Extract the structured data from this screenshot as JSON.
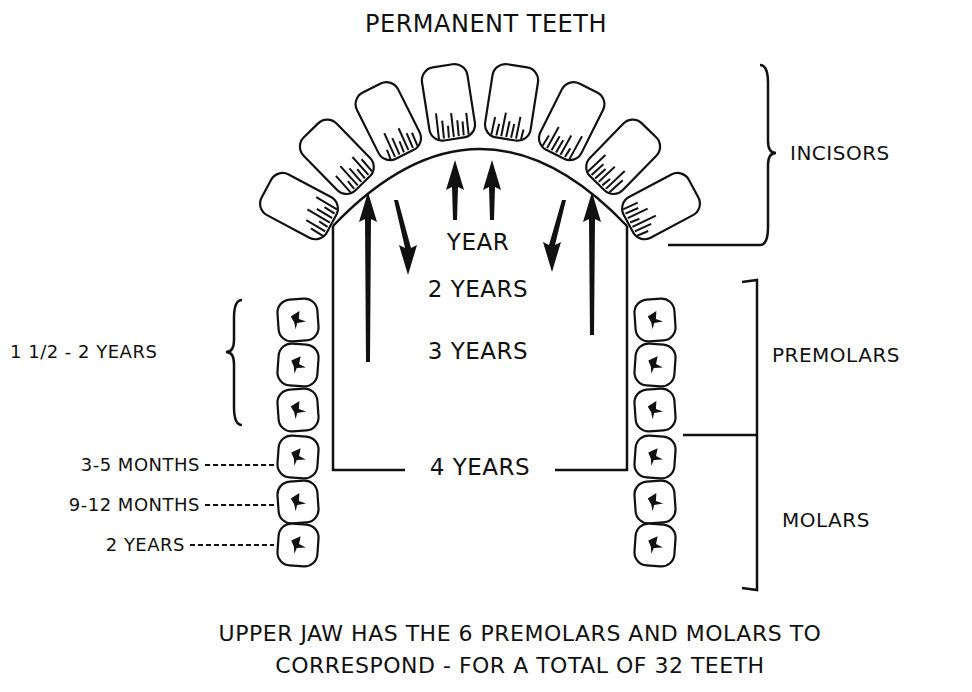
{
  "diagram": {
    "title": "PERMANENT TEETH",
    "caption": "UPPER JAW HAS THE 6 PREMOLARS AND MOLARS TO CORRESPOND - FOR A TOTAL OF 32 TEETH",
    "labels": [
      "INCISORS",
      "PREMOLARS",
      "MOLARS",
      "YEAR",
      "2 YEARS",
      "3 YEARS",
      "4 YEARS",
      "1 1/2 - 2 YEARS",
      "3-5 MONTHS",
      "9-12 MONTHS",
      "2 YEARS"
    ]
  }
}
